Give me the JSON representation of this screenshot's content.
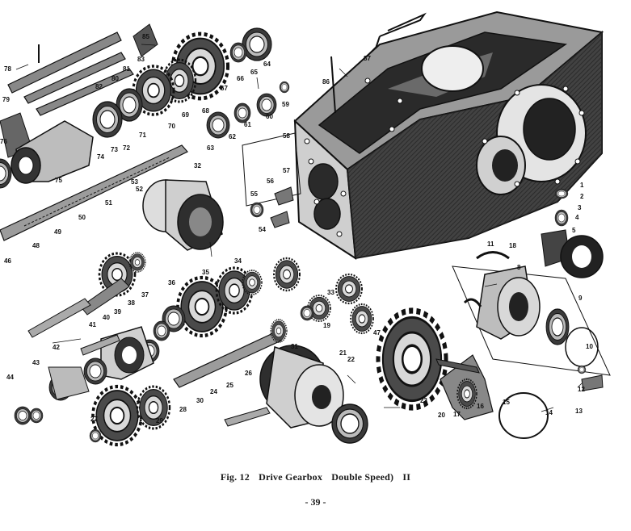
{
  "caption": {
    "figure": "Fig. 12",
    "title": "Drive Gearbox",
    "subtitle": "Double Speed)",
    "suffix": "II"
  },
  "page_number": "- 39 -",
  "callouts": [
    "1",
    "2",
    "3",
    "4",
    "5",
    "8",
    "9",
    "10",
    "11",
    "12",
    "13",
    "14",
    "15",
    "16",
    "17",
    "18",
    "19",
    "20",
    "21",
    "22",
    "23",
    "24",
    "25",
    "26",
    "27",
    "28",
    "29",
    "30",
    "31",
    "32",
    "33",
    "34",
    "35",
    "36",
    "37",
    "38",
    "39",
    "40",
    "41",
    "42",
    "43",
    "44",
    "46",
    "47",
    "48",
    "49",
    "50",
    "51",
    "52",
    "53",
    "54",
    "55",
    "56",
    "57",
    "58",
    "59",
    "60",
    "61",
    "62",
    "63",
    "64",
    "65",
    "66",
    "67",
    "68",
    "69",
    "70",
    "71",
    "72",
    "73",
    "74",
    "75",
    "76",
    "78",
    "79",
    "80",
    "81",
    "82",
    "83",
    "85",
    "86",
    "87"
  ]
}
